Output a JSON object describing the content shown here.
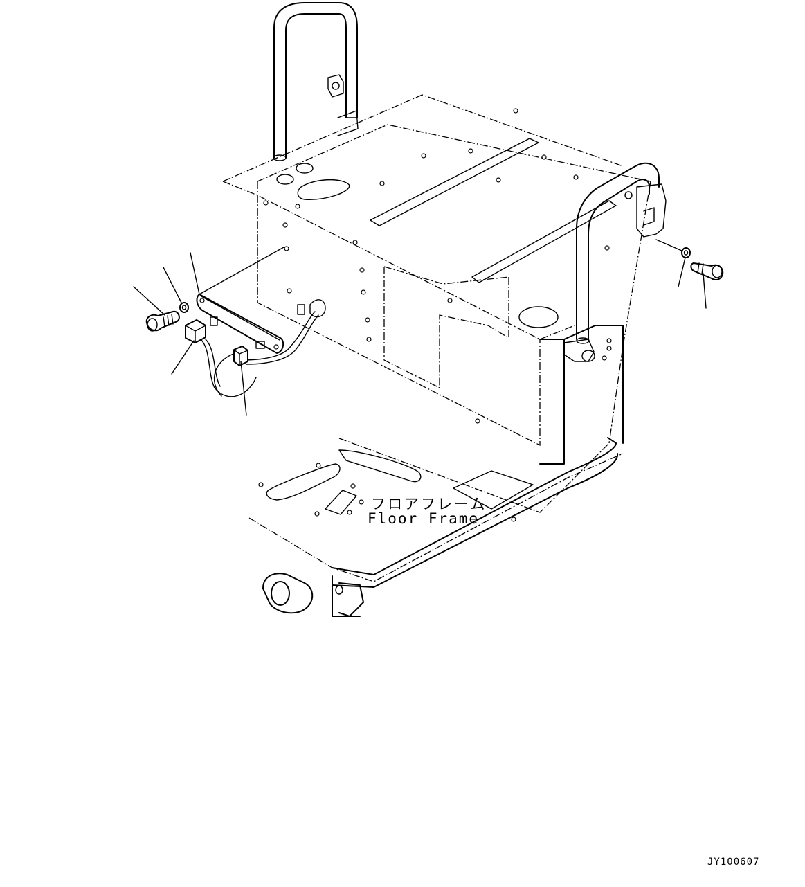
{
  "labels": {
    "floor_frame_jp": "フロアフレーム",
    "floor_frame_en": "Floor Frame"
  },
  "drawing_number": "JY100607"
}
